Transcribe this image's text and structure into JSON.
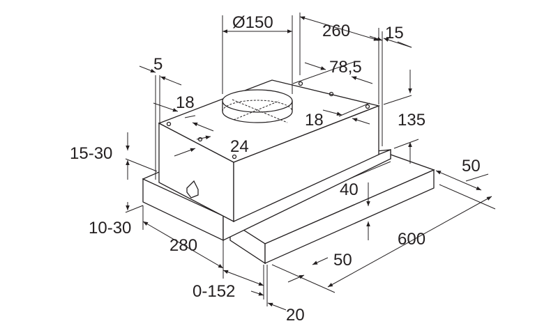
{
  "diagram": {
    "labels": {
      "duct_diameter": "Ø150",
      "depth_260": "260",
      "offset_15": "15",
      "offset_5": "5",
      "offset_78_5": "78,5",
      "hole_18_left": "18",
      "hole_18_right": "18",
      "height_135": "135",
      "hole_24": "24",
      "range_15_30": "15-30",
      "drawer_50": "50",
      "drawer_40": "40",
      "range_10_30": "10-30",
      "width_280": "280",
      "width_600": "600",
      "front_50": "50",
      "extension_0_152": "0-152",
      "front_20": "20"
    }
  }
}
